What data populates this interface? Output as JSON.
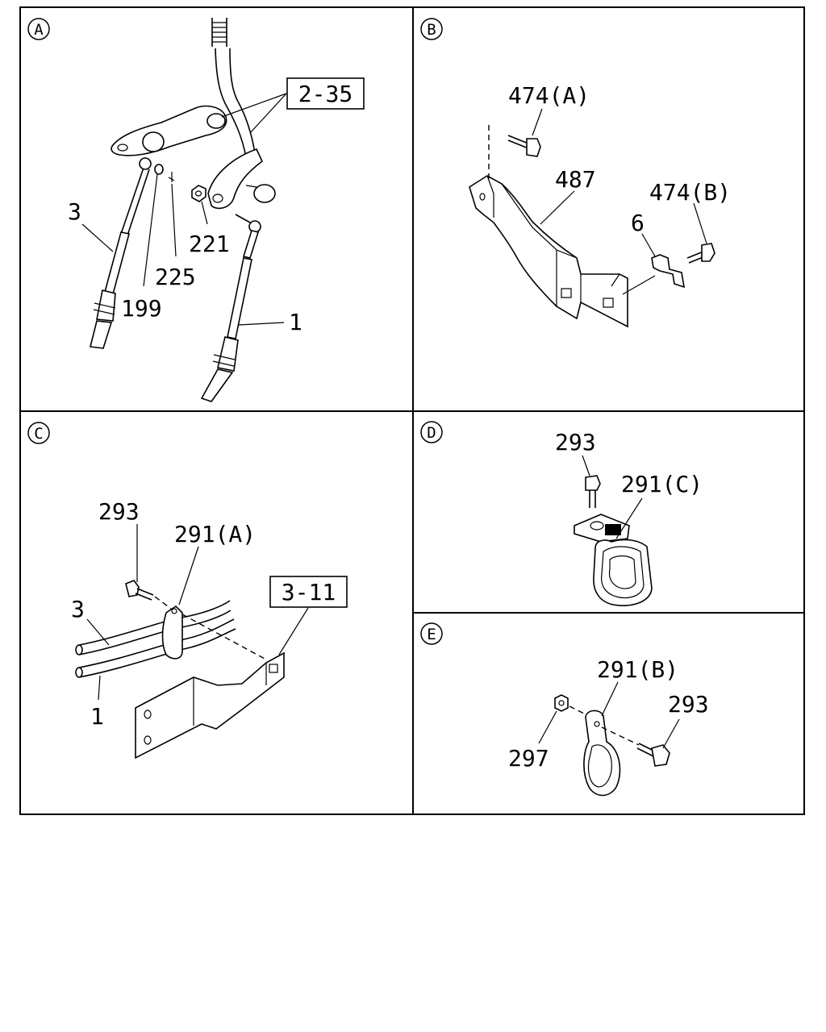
{
  "panels": {
    "A": {
      "letter": "A",
      "callouts": {
        "ref_box": "2-35",
        "cable_3": "3",
        "cable_1": "1",
        "p199": "199",
        "p225": "225",
        "p221": "221"
      }
    },
    "B": {
      "letter": "B",
      "callouts": {
        "bolt_a": "474(A)",
        "bracket": "487",
        "bolt_b": "474(B)",
        "clip": "6"
      }
    },
    "C": {
      "letter": "C",
      "callouts": {
        "bolt": "293",
        "clamp": "291(A)",
        "ref_box": "3-11",
        "cable_3": "3",
        "cable_1": "1"
      }
    },
    "D": {
      "letter": "D",
      "callouts": {
        "bolt": "293",
        "clamp": "291(C)"
      }
    },
    "E": {
      "letter": "E",
      "callouts": {
        "clamp": "291(B)",
        "bolt": "293",
        "nut": "297"
      }
    }
  }
}
